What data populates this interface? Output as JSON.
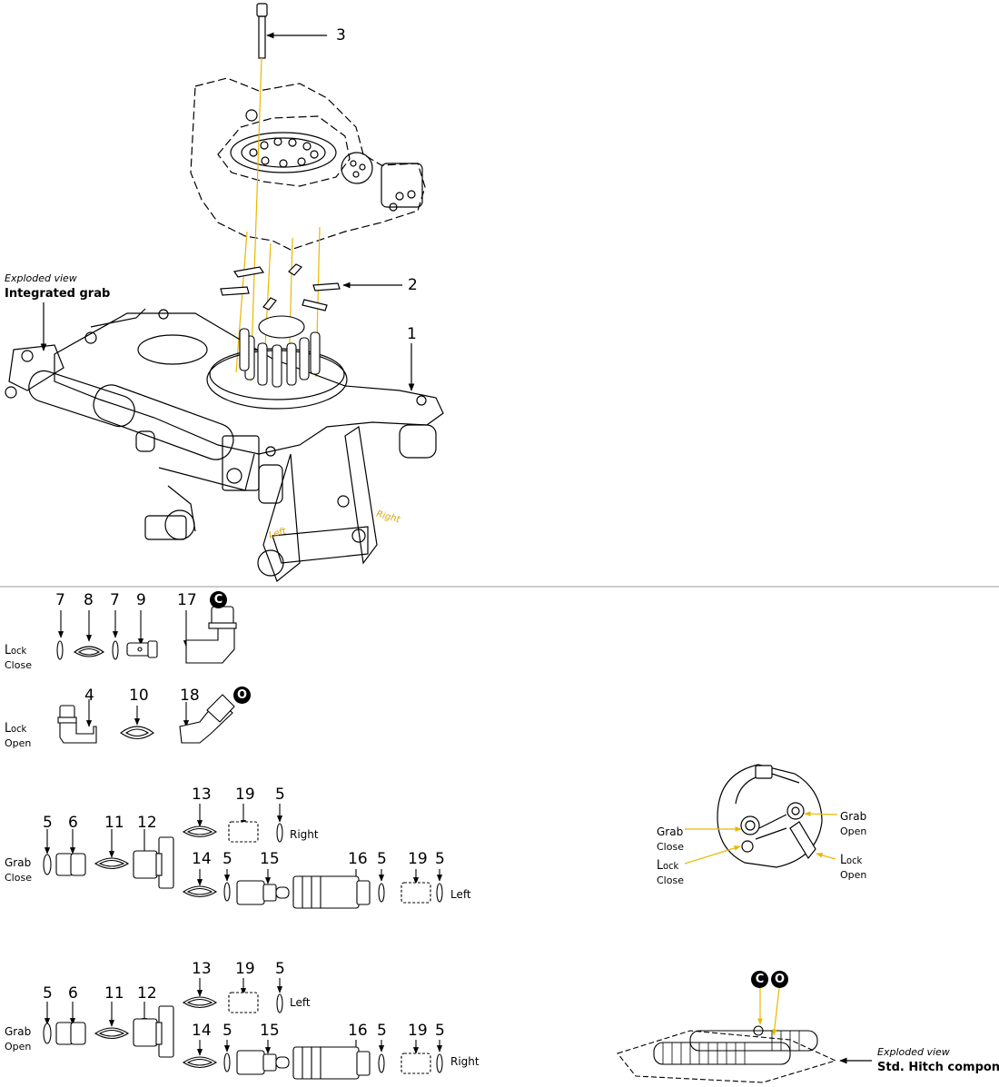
{
  "callouts": {
    "c1": "1",
    "c2": "2",
    "c3": "3"
  },
  "main_view": {
    "caption_italic": "Exploded view",
    "caption_bold": "Integrated grab",
    "left_label": "Left",
    "right_label": "Right"
  },
  "lock_close_row": {
    "label_first": "L",
    "label_rest": "ock",
    "label_second": "Close",
    "parts": [
      "7",
      "8",
      "7",
      "9",
      "17"
    ],
    "badge": "C"
  },
  "lock_open_row": {
    "label_first": "L",
    "label_rest": "ock",
    "label_second": "Open",
    "parts": [
      "4",
      "10",
      "18"
    ],
    "badge": "O"
  },
  "grab_close_group": {
    "label_first": "Grab",
    "label_second": "Close",
    "main_parts": [
      "5",
      "6",
      "11",
      "12"
    ],
    "upper_parts": [
      "13",
      "19",
      "5"
    ],
    "upper_side": "Right",
    "lower_parts": [
      "14",
      "5",
      "15",
      "16",
      "5",
      "19",
      "5"
    ],
    "lower_side": "Left"
  },
  "grab_open_group": {
    "label_first": "Grab",
    "label_second": "Open",
    "main_parts": [
      "5",
      "6",
      "11",
      "12"
    ],
    "upper_parts": [
      "13",
      "19",
      "5"
    ],
    "upper_side": "Left",
    "lower_parts": [
      "14",
      "5",
      "15",
      "16",
      "5",
      "19",
      "5"
    ],
    "lower_side": "Right"
  },
  "rotator_detail": {
    "grab_close": [
      "Grab",
      "Close"
    ],
    "lock_close": [
      "L",
      "ock",
      "Close"
    ],
    "grab_open": [
      "Grab",
      "Open"
    ],
    "lock_open": [
      "L",
      "ock",
      "Open"
    ]
  },
  "hitch_detail": {
    "caption_italic": "Exploded view",
    "caption_bold": "Std. Hitch components",
    "badges": [
      "C",
      "O"
    ]
  },
  "colors": {
    "highlight": "#e8b800",
    "line": "#000000"
  }
}
